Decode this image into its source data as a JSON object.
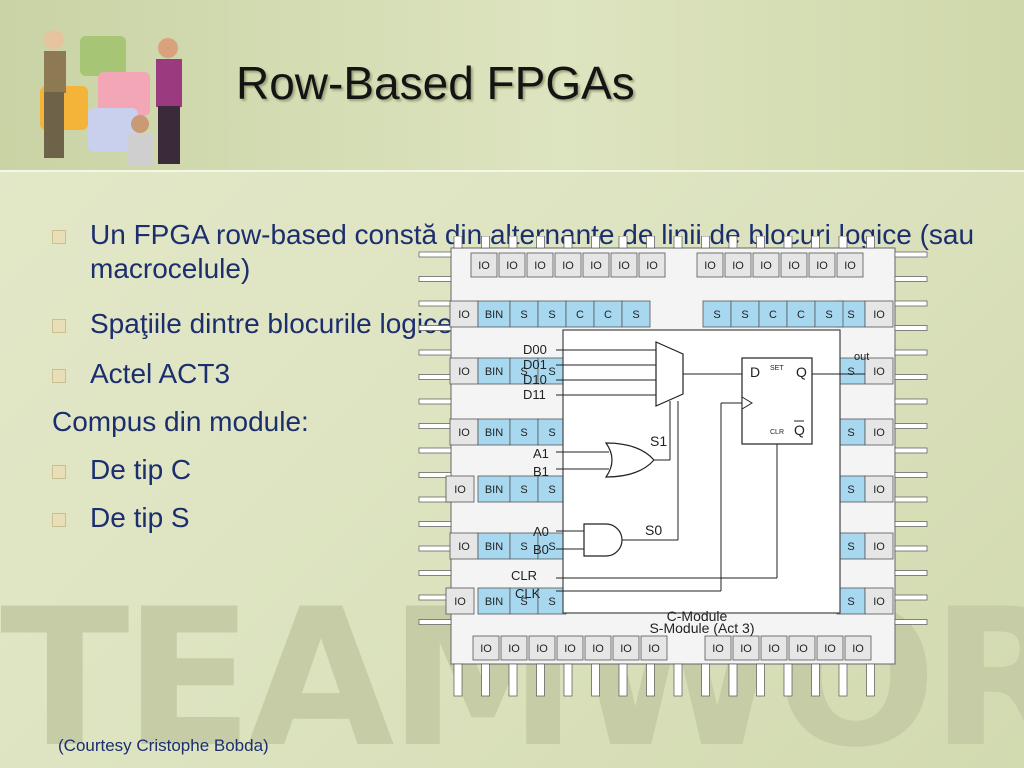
{
  "slide": {
    "title": "Row-Based FPGAs",
    "courtesy": "(Courtesy Cristophe Bobda)",
    "watermark": "TEAMWORK",
    "bullets": [
      {
        "text": "Un FPGA row-based constă din alternanţe de linii de blocuri logice (sau macrocelule)",
        "marker": true
      },
      {
        "text": "Spaţiile dintre blocurile logice constituie canale de dedicaţie",
        "marker": true
      },
      {
        "text": "Actel ACT3",
        "marker": true
      },
      {
        "text": "Compus din module:",
        "marker": false
      },
      {
        "text": "De tip C",
        "marker": true
      },
      {
        "text": "De tip S",
        "marker": true
      }
    ]
  },
  "figure": {
    "io_label": "IO",
    "bin_label": "BIN",
    "s_label": "S",
    "c_label": "C",
    "row_left": [
      "BIN",
      "S",
      "S",
      "C",
      "C",
      "S"
    ],
    "row_right": [
      "S",
      "S",
      "C",
      "C",
      "S"
    ],
    "mux_inputs": [
      "D00",
      "D01",
      "D10",
      "D11"
    ],
    "or_inputs": [
      "A1",
      "B1"
    ],
    "and_inputs": [
      "A0",
      "B0"
    ],
    "select_labels": [
      "S1",
      "S0"
    ],
    "flipflop": {
      "d": "D",
      "q": "Q",
      "set": "SET",
      "clr": "CLR",
      "qbar": "Q"
    },
    "clr_label": "CLR",
    "clk_label": "CLK",
    "out_label": "out",
    "c_module_label": "C-Module",
    "s_module_label": "S-Module (Act 3)"
  },
  "colors": {
    "cell_blue": "#a8d8f0",
    "text_blue": "#1c2e6e",
    "cell_gray": "#e6e6e6"
  }
}
